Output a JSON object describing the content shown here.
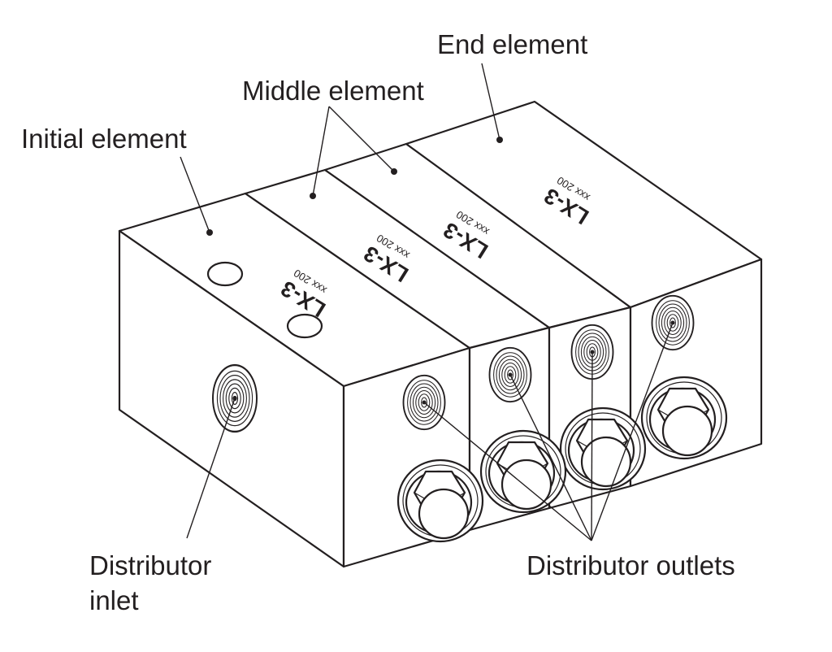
{
  "title": "",
  "labels": {
    "end_element": "End element",
    "middle_element": "Middle element",
    "initial_element": "Initial element",
    "distributor_inlet_line1": "Distributor",
    "distributor_inlet_line2": "inlet",
    "distributor_outlets": "Distributor outlets"
  },
  "elements": [
    {
      "role": "initial",
      "model": "LX-3",
      "serial": "xxx 200"
    },
    {
      "role": "middle",
      "model": "LX-3",
      "serial": "xxx 200"
    },
    {
      "role": "middle",
      "model": "LX-3",
      "serial": "xxx 200"
    },
    {
      "role": "end",
      "model": "LX-3",
      "serial": "xxx 200"
    }
  ],
  "colors": {
    "line": "#231f20",
    "background": "#ffffff"
  }
}
